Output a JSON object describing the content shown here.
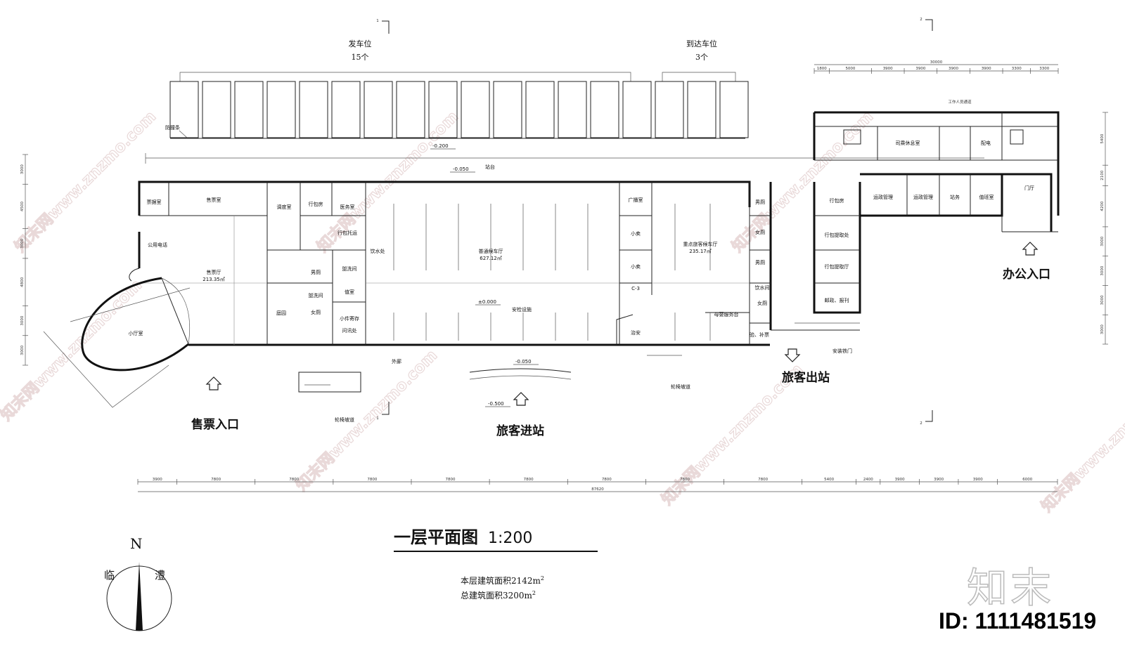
{
  "drawing": {
    "title": "一层平面图",
    "scale": "1:200",
    "area_floor": "本层建筑面积2142m",
    "area_total": "总建筑面积3200m",
    "area_unit_sup": "2",
    "id_text": "ID: 1111481519",
    "logo_text": "知末",
    "watermark_text": "知末网www.znzmo.com",
    "north": {
      "n": "N",
      "left_char": "临",
      "right_char": "澧"
    }
  },
  "top_labels": {
    "departure": "发车位",
    "departure_count": "15个",
    "arrival": "到达车位",
    "arrival_count": "3个",
    "fence": "防撞条",
    "staff_corridor": "工作人员通道",
    "section_1": "1",
    "section_2": "2"
  },
  "levels": {
    "l1": "-0.200",
    "l2": "-0.050",
    "l3": "±0.000",
    "l4": "-0.050",
    "l5": "-0.500",
    "platform": "站台"
  },
  "rooms": {
    "ticket_office": "票据室",
    "sales_room": "售票室",
    "dispatch": "调度室",
    "luggage_room": "行包房",
    "medical": "医务室",
    "luggage_transfer": "行包托运",
    "public_phone": "公用电话",
    "ticket_hall": "售票厅",
    "ticket_hall_area": "213.35㎡",
    "drinking": "饮水处",
    "mens_wc": "男厕",
    "washroom1": "盥洗间",
    "washroom2": "盥洗间",
    "duty": "值室",
    "garden": "庭园",
    "womens_wc": "女厕",
    "small_storage": "小件寄存",
    "inquiry": "问讯处",
    "small_hall": "小厅室",
    "waiting_general": "普通候车厅",
    "waiting_general_area": "627.12㎡",
    "security": "安检设施",
    "broadcast": "广播室",
    "kiosk1": "小卖",
    "kiosk2": "小卖",
    "c3": "C-3",
    "waiting_key": "重点旅客候车厅",
    "waiting_key_area": "235.17㎡",
    "mother": "母婴服务台",
    "police": "治安",
    "mens_wc2": "男厕",
    "womens_wc2": "女厕",
    "mens_wc3": "男厕",
    "water_room": "饮水间",
    "womens_wc3": "女厕",
    "check": "验、补票",
    "corridor": "外廊",
    "wheelchair1": "轮椅坡道",
    "wheelchair2": "轮椅坡道",
    "gate": "安装铁门",
    "driver_rest": "司乘休息室",
    "power": "配电",
    "luggage_room2": "行包房",
    "luggage_pick": "行包提取处",
    "luggage_claim": "行包提取厅",
    "post": "邮政、报刊",
    "transport_mgmt1": "运政管理",
    "transport_mgmt2": "运政管理",
    "station_affairs": "站务",
    "duty_room": "值班室",
    "lobby": "门厅"
  },
  "entrances": {
    "ticket": "售票入口",
    "enter": "旅客进站",
    "exit": "旅客出站",
    "office": "办公入口"
  },
  "dims_bottom": [
    "3900",
    "7800",
    "7800",
    "7800",
    "7800",
    "7800",
    "7800",
    "7800",
    "7800",
    "5400",
    "2400",
    "3900",
    "3900",
    "3900",
    "6000"
  ],
  "dim_total": "87620",
  "dims_top_right": [
    "1800",
    "5000",
    "3900",
    "3900",
    "3900",
    "3900",
    "3300",
    "3300"
  ],
  "dim_top_right_total": "30000",
  "dims_left": [
    "3000",
    "4500",
    "3000",
    "4800",
    "3000",
    "3000"
  ],
  "dims_right": [
    "5400",
    "2100",
    "4200",
    "3000",
    "3000",
    "3000",
    "3000"
  ]
}
